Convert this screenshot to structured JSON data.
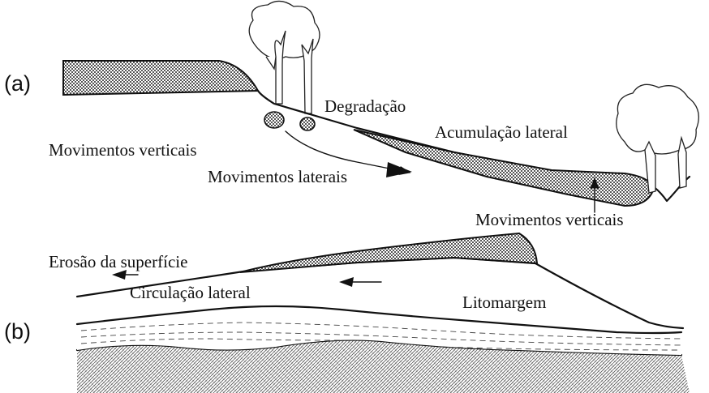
{
  "panels": {
    "a": "(a)",
    "b": "(b)"
  },
  "labels": {
    "degradacao": "Degradação",
    "acumulacao_lateral": "Acumulação lateral",
    "movimentos_verticais_left": "Movimentos verticais",
    "movimentos_laterais": "Movimentos laterais",
    "movimentos_verticais_right": "Movimentos verticais",
    "erosao_superficie": "Erosão da superfície",
    "circulacao_lateral": "Circulação lateral",
    "litomargem": "Litomargem"
  }
}
